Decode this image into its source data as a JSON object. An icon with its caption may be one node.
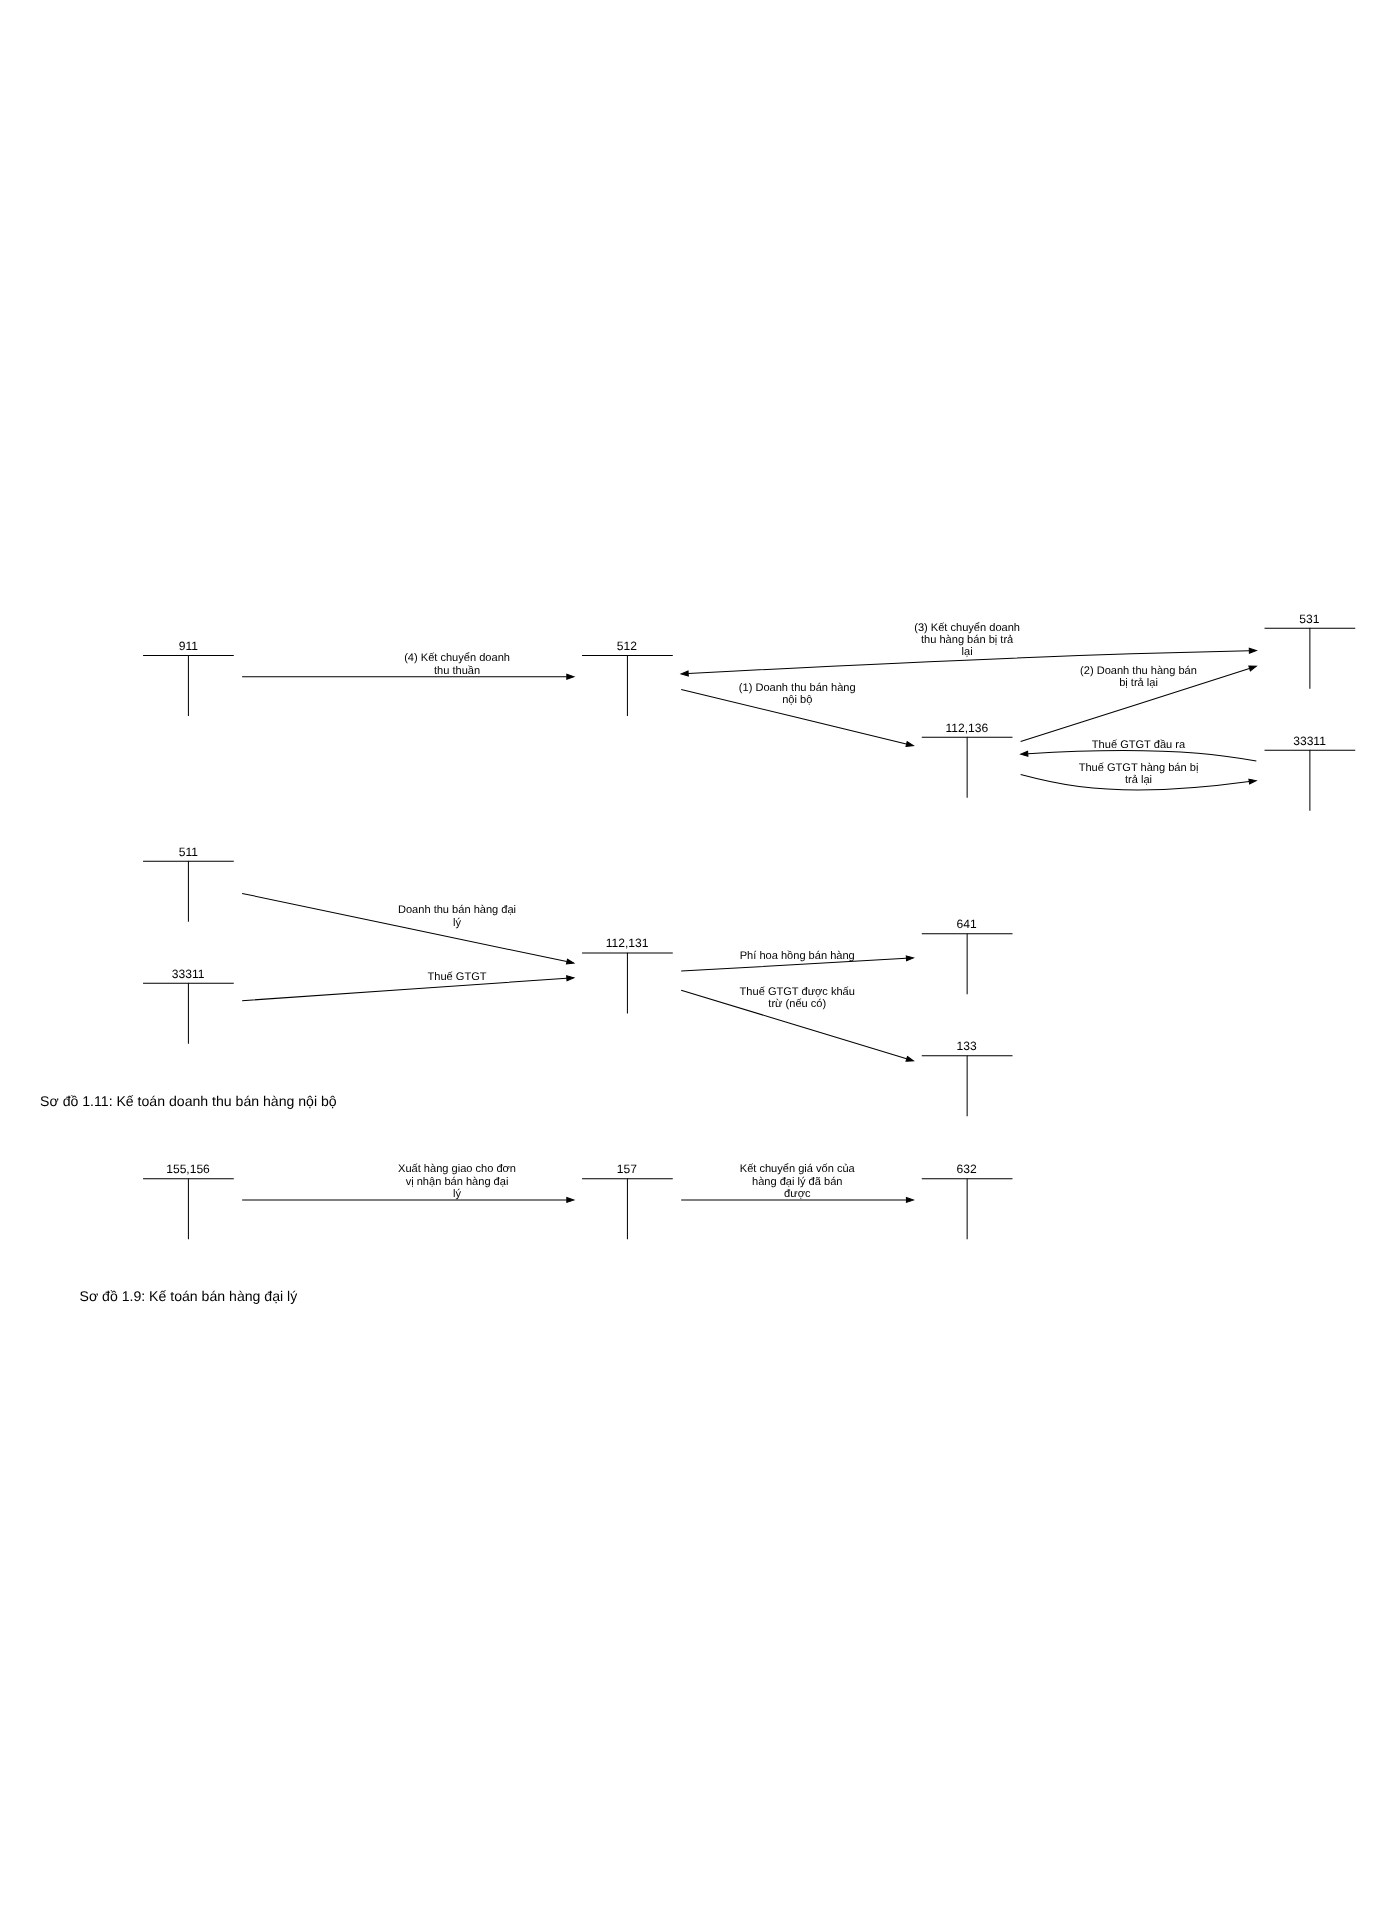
{
  "diagram": {
    "nodes": [
      {
        "text": [
          "155,156"
        ]
      },
      {
        "text": [
          "157"
        ]
      },
      {
        "text": [
          "632"
        ]
      },
      {
        "text": [
          "511"
        ]
      },
      {
        "text": [
          "112,131"
        ]
      },
      {
        "text": [
          "641"
        ]
      },
      {
        "text": [
          "33311"
        ]
      },
      {
        "text": [
          "133"
        ]
      },
      {
        "text": [
          "911"
        ]
      },
      {
        "text": [
          "512"
        ]
      },
      {
        "text": [
          "112,136"
        ]
      },
      {
        "text": [
          "531"
        ]
      },
      {
        "text": [
          "33311"
        ]
      }
    ],
    "edges": [
      {
        "from": 0,
        "to": 1,
        "arrow": "to",
        "label": "Xuất hàng giao cho đơn vị nhận bán hàng đại lý"
      },
      {
        "from": 1,
        "to": 2,
        "arrow": "to",
        "label": "Kết chuyển giá vốn của hàng đại lý đã bán được"
      },
      {
        "from": 3,
        "to": 4,
        "arrow": "to",
        "label": "Doanh thu bán hàng đại lý"
      },
      {
        "from": 6,
        "to": 4,
        "arrow": "to",
        "label": "Thuế GTGT"
      },
      {
        "from": 4,
        "to": 5,
        "arrow": "to",
        "label": "Phí hoa hồng bán hàng"
      },
      {
        "from": 4,
        "to": 7,
        "arrow": "to",
        "label": "Thuế GTGT được khấu trừ (nếu có)"
      },
      {
        "from": 8,
        "to": 9,
        "arrow": "to",
        "label": "(4) Kết chuyển doanh thu thuần"
      },
      {
        "from": 9,
        "to": 10,
        "arrow": "to",
        "label": "(1) Doanh thu bán hàng nội bộ"
      },
      {
        "from": 12,
        "to": 10,
        "arrow": "to",
        "label": "Thuế GTGT đầu ra"
      },
      {
        "from": 10,
        "to": 11,
        "arrow": "to",
        "label": "(2) Doanh thu hàng bán bị trả lại"
      },
      {
        "from": 10,
        "to": 12,
        "arrow": "to",
        "label": "Thuế GTGT hàng bán bị trả lại"
      },
      {
        "from": 11,
        "to": 9,
        "arrow": "both",
        "label": "(3) Kết chuyển doanh thu hàng bán bị trả lại"
      }
    ],
    "labels": [
      "Sơ đồ 1.9: Kế toán bán hàng đại lý",
      "Sơ đồ 1.11: Kế toán doanh thu bán hàng nội bộ"
    ]
  }
}
